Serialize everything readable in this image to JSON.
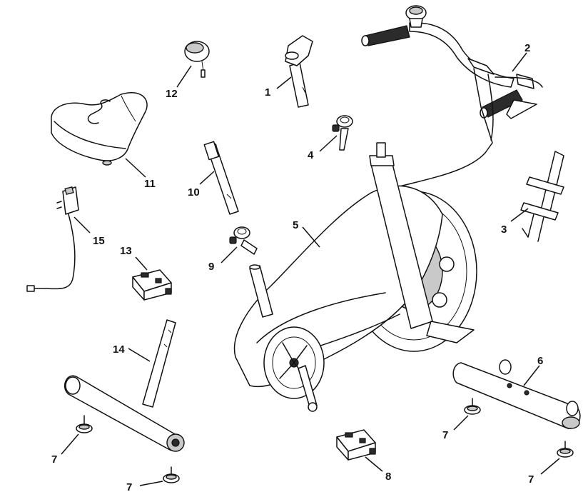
{
  "diagram": {
    "labels": {
      "p1": "1",
      "p2": "2",
      "p3": "3",
      "p4": "4",
      "p5": "5",
      "p6": "6",
      "p7a": "7",
      "p7b": "7",
      "p7c": "7",
      "p7d": "7",
      "p8": "8",
      "p9": "9",
      "p10": "10",
      "p11": "11",
      "p12": "12",
      "p13": "13",
      "p14": "14",
      "p15": "15"
    }
  }
}
